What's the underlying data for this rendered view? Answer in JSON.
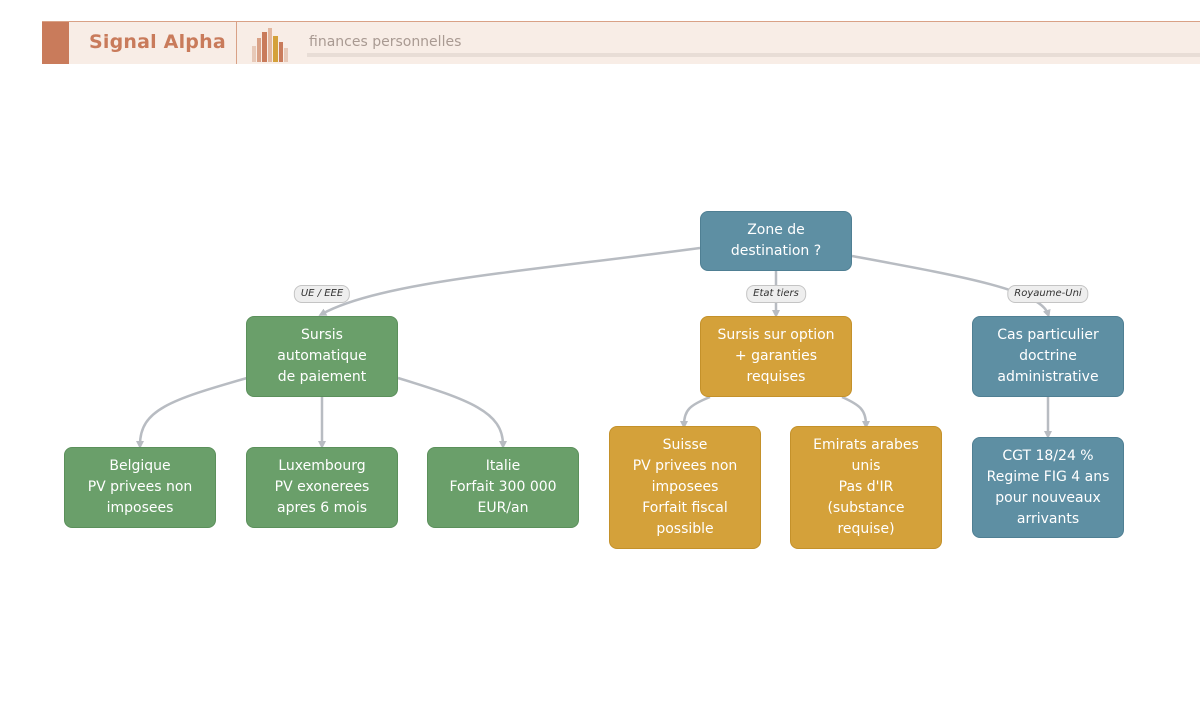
{
  "header": {
    "brand": "Signal Alpha",
    "tagline": "finances personnelles",
    "logo_icon": "bar-chart-logo-icon",
    "colors": {
      "accent": "#c97b5b",
      "band": "#f8ede6"
    }
  },
  "diagram": {
    "root": {
      "text": "Zone de\ndestination ?",
      "color": "#5e8fa3"
    },
    "branches": [
      {
        "label": "UE / EEE",
        "node": {
          "text": "Sursis\nautomatique\nde paiement",
          "color": "#6a9f6a"
        },
        "children": [
          {
            "text": "Belgique\nPV privees non\nimposees"
          },
          {
            "text": "Luxembourg\nPV exonerees\napres 6 mois"
          },
          {
            "text": "Italie\nForfait 300 000\nEUR/an"
          }
        ]
      },
      {
        "label": "Etat tiers",
        "node": {
          "text": "Sursis sur option\n+ garanties\nrequises",
          "color": "#d4a13a"
        },
        "children": [
          {
            "text": "Suisse\nPV privees non\nimposees\nForfait fiscal\npossible"
          },
          {
            "text": "Emirats arabes\nunis\nPas d'IR\n(substance\nrequise)"
          }
        ]
      },
      {
        "label": "Royaume-Uni",
        "node": {
          "text": "Cas particulier\ndoctrine\nadministrative",
          "color": "#5e8fa3"
        },
        "children": [
          {
            "text": "CGT 18/24 %\nRegime FIG 4 ans\npour nouveaux\narrivants"
          }
        ]
      }
    ]
  }
}
